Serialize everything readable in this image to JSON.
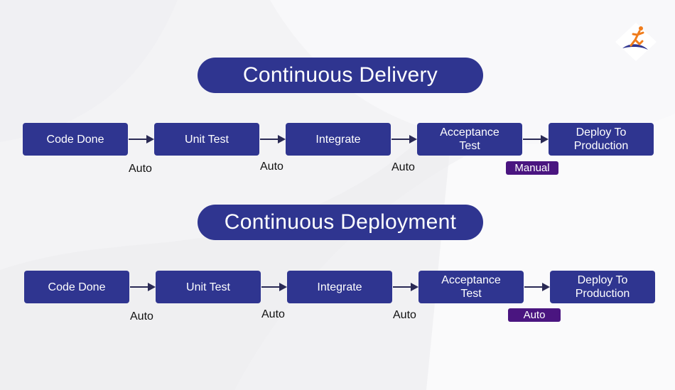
{
  "colors": {
    "box": "#2f3590",
    "box_text": "#ffffff",
    "badge": "#4a1580",
    "arrow": "#2a2a55",
    "label_text": "#111111"
  },
  "sections": [
    {
      "title": "Continuous Delivery",
      "steps": [
        "Code Done",
        "Unit Test",
        "Integrate",
        "Acceptance\nTest",
        "Deploy To\nProduction"
      ],
      "transitions": [
        "Auto",
        "Auto",
        "Auto",
        "Manual"
      ]
    },
    {
      "title": "Continuous Deployment",
      "steps": [
        "Code Done",
        "Unit Test",
        "Integrate",
        "Acceptance\nTest",
        "Deploy To\nProduction"
      ],
      "transitions": [
        "Auto",
        "Auto",
        "Auto",
        "Auto"
      ]
    }
  ],
  "icons": {
    "logo": "leaping-person-logo-icon"
  }
}
